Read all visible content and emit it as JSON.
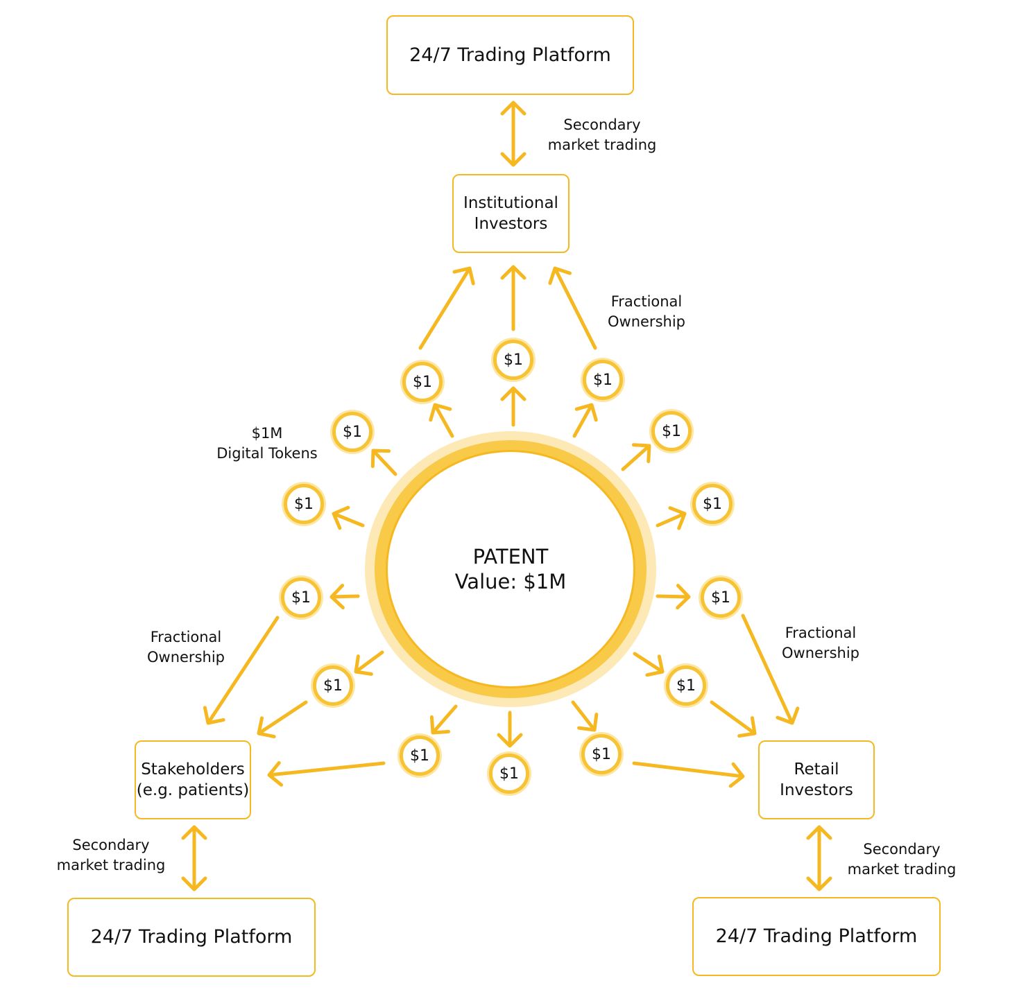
{
  "colors": {
    "accent": "#f5b820",
    "glow_outer": "#fde9b5",
    "glow_mid": "#f9c948"
  },
  "center": {
    "line1": "PATENT",
    "line2": "Value: $1M"
  },
  "platforms": {
    "top": "24/7 Trading Platform",
    "left": "24/7 Trading Platform",
    "right": "24/7 Trading Platform"
  },
  "investors": {
    "institutional": {
      "line1": "Institutional",
      "line2": "Investors"
    },
    "stakeholders": {
      "line1": "Stakeholders",
      "line2": "(e.g. patients)"
    },
    "retail": {
      "line1": "Retail",
      "line2": "Investors"
    }
  },
  "labels": {
    "secondary_top": {
      "line1": "Secondary",
      "line2": "market trading"
    },
    "secondary_left": {
      "line1": "Secondary",
      "line2": "market trading"
    },
    "secondary_right": {
      "line1": "Secondary",
      "line2": "market trading"
    },
    "fractional_top": {
      "line1": "Fractional",
      "line2": "Ownership"
    },
    "fractional_left": {
      "line1": "Fractional",
      "line2": "Ownership"
    },
    "fractional_right": {
      "line1": "Fractional",
      "line2": "Ownership"
    },
    "tokens": {
      "line1": "$1M",
      "line2": "Digital Tokens"
    }
  },
  "coin_label": "$1"
}
